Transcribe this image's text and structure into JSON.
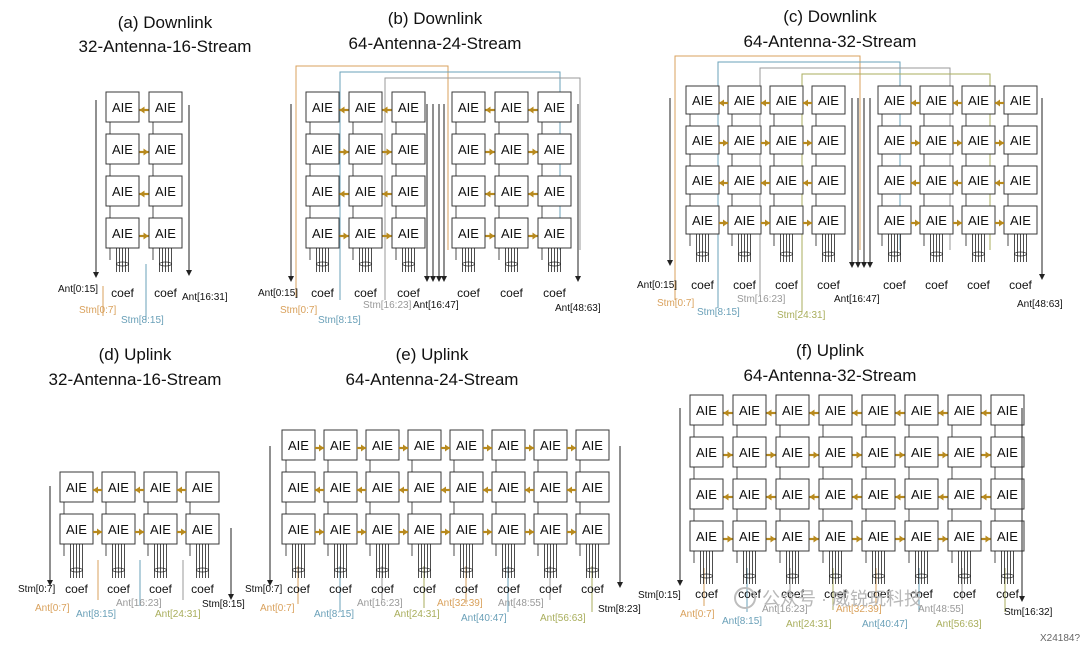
{
  "colors": {
    "box_stroke": "#3a3a3a",
    "arrow": "#b88a1e",
    "wire": "#222222",
    "route_orange": "#d9a15c",
    "route_blue": "#6aa0b8",
    "route_gray": "#999999",
    "route_olive": "#a9ae5c",
    "label_black": "#111111"
  },
  "aie_label": "AIE",
  "coef_label": "coef",
  "panels": [
    {
      "id": "a",
      "title1": "(a) Downlink",
      "title2": "32-Antenna-16-Stream",
      "labels": [
        {
          "text": "Ant[0:15]",
          "color": "label_black"
        },
        {
          "text": "Ant[16:31]",
          "color": "label_black"
        },
        {
          "text": "Stm[0:7]",
          "color": "route_orange"
        },
        {
          "text": "Stm[8:15]",
          "color": "route_blue"
        }
      ]
    },
    {
      "id": "b",
      "title1": "(b) Downlink",
      "title2": "64-Antenna-24-Stream",
      "labels": [
        {
          "text": "Ant[0:15]",
          "color": "label_black"
        },
        {
          "text": "Stm[0:7]",
          "color": "route_orange"
        },
        {
          "text": "Stm[8:15]",
          "color": "route_blue"
        },
        {
          "text": "Stm[16:23]",
          "color": "route_gray"
        },
        {
          "text": "Ant[16:47]",
          "color": "label_black"
        },
        {
          "text": "Ant[48:63]",
          "color": "label_black"
        }
      ]
    },
    {
      "id": "c",
      "title1": "(c) Downlink",
      "title2": "64-Antenna-32-Stream",
      "labels": [
        {
          "text": "Ant[0:15]",
          "color": "label_black"
        },
        {
          "text": "Stm[0:7]",
          "color": "route_orange"
        },
        {
          "text": "Stm[8:15]",
          "color": "route_blue"
        },
        {
          "text": "Stm[16:23]",
          "color": "route_gray"
        },
        {
          "text": "Stm[24:31]",
          "color": "route_olive"
        },
        {
          "text": "Ant[16:47]",
          "color": "label_black"
        },
        {
          "text": "Ant[48:63]",
          "color": "label_black"
        }
      ]
    },
    {
      "id": "d",
      "title1": "(d) Uplink",
      "title2": "32-Antenna-16-Stream",
      "labels": [
        {
          "text": "Stm[0:7]",
          "color": "label_black"
        },
        {
          "text": "Ant[0:7]",
          "color": "route_orange"
        },
        {
          "text": "Ant[8:15]",
          "color": "route_blue"
        },
        {
          "text": "Ant[16:23]",
          "color": "route_gray"
        },
        {
          "text": "Ant[24:31]",
          "color": "route_olive"
        },
        {
          "text": "Stm[8:15]",
          "color": "label_black"
        }
      ]
    },
    {
      "id": "e",
      "title1": "(e) Uplink",
      "title2": "64-Antenna-24-Stream",
      "labels": [
        {
          "text": "Stm[0:7]",
          "color": "label_black"
        },
        {
          "text": "Ant[0:7]",
          "color": "route_orange"
        },
        {
          "text": "Ant[8:15]",
          "color": "route_blue"
        },
        {
          "text": "Ant[16:23]",
          "color": "route_gray"
        },
        {
          "text": "Ant[24:31]",
          "color": "route_olive"
        },
        {
          "text": "Ant[32:39]",
          "color": "route_orange"
        },
        {
          "text": "Ant[40:47]",
          "color": "route_blue"
        },
        {
          "text": "Ant[48:55]",
          "color": "route_gray"
        },
        {
          "text": "Ant[56:63]",
          "color": "route_olive"
        },
        {
          "text": "Stm[8:23]",
          "color": "label_black"
        }
      ]
    },
    {
      "id": "f",
      "title1": "(f) Uplink",
      "title2": "64-Antenna-32-Stream",
      "labels": [
        {
          "text": "Stm[0:15]",
          "color": "label_black"
        },
        {
          "text": "Ant[0:7]",
          "color": "route_orange"
        },
        {
          "text": "Ant[8:15]",
          "color": "route_blue"
        },
        {
          "text": "Ant[16:23]",
          "color": "route_gray"
        },
        {
          "text": "Ant[24:31]",
          "color": "route_olive"
        },
        {
          "text": "Ant[32:39]",
          "color": "route_orange"
        },
        {
          "text": "Ant[40:47]",
          "color": "route_blue"
        },
        {
          "text": "Ant[48:55]",
          "color": "route_gray"
        },
        {
          "text": "Ant[56:63]",
          "color": "route_olive"
        },
        {
          "text": "Stm[16:32]",
          "color": "label_black"
        }
      ]
    }
  ],
  "watermark": "公众号 · 威锐玩科技",
  "figure_id": "X24184??"
}
